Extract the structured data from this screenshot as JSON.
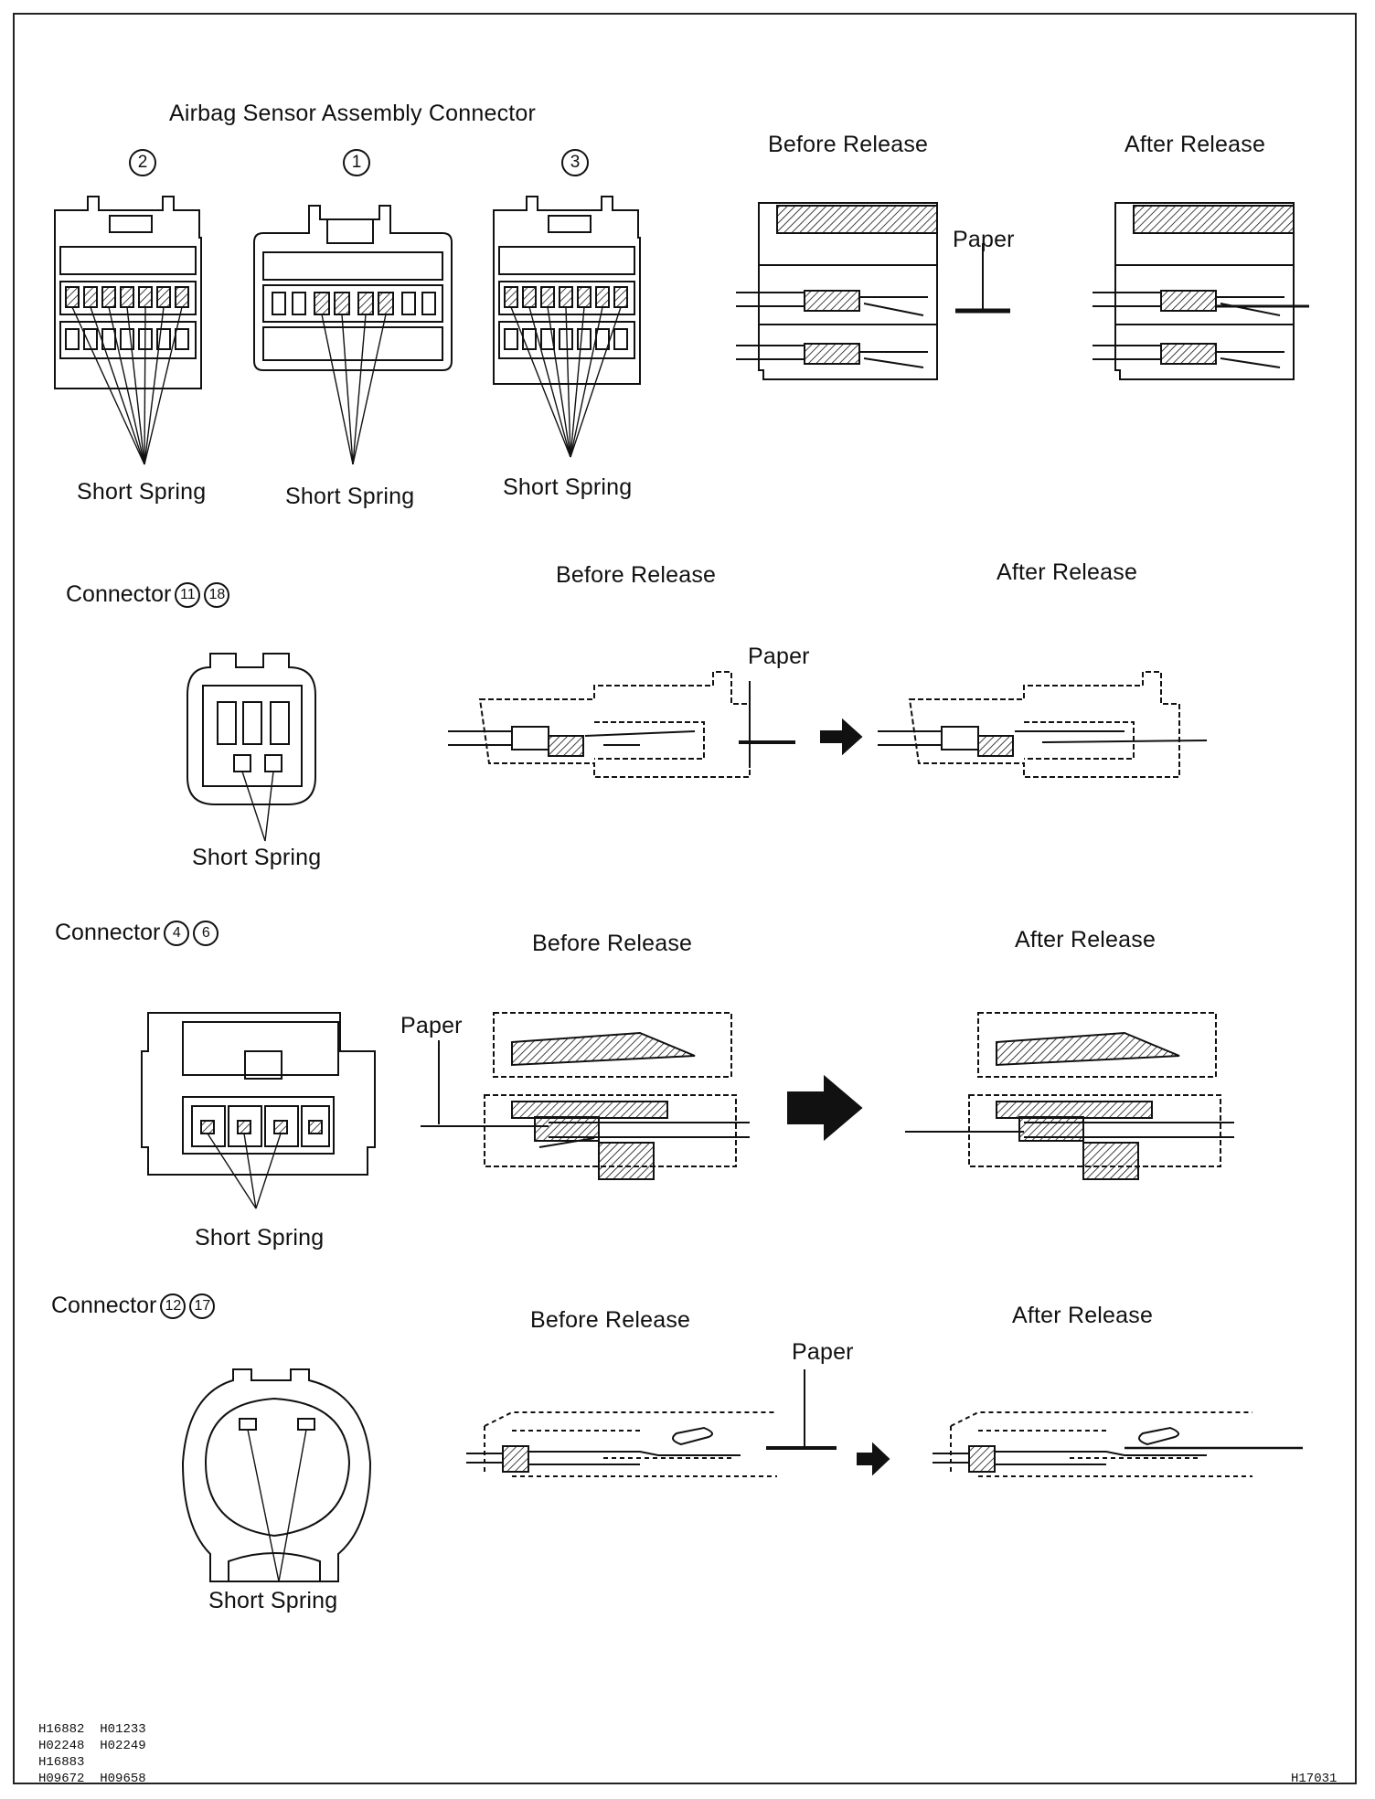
{
  "title": "Airbag Sensor Assembly Connector",
  "sensor_connector_numbers": [
    "2",
    "1",
    "3"
  ],
  "labels": {
    "short_spring": "Short Spring",
    "before_release": "Before Release",
    "after_release": "After Release",
    "paper": "Paper",
    "connector": "Connector"
  },
  "connector_groups": [
    {
      "numbers": [
        "11",
        "18"
      ]
    },
    {
      "numbers": [
        "4",
        "6"
      ]
    },
    {
      "numbers": [
        "12",
        "17"
      ]
    }
  ],
  "figure_codes": {
    "left": [
      "H16882",
      "H01233",
      "H02248",
      "H02249",
      "H16883",
      "H09672",
      "H09658"
    ],
    "right": "H17031"
  },
  "colors": {
    "ink": "#111111",
    "background": "#ffffff"
  }
}
